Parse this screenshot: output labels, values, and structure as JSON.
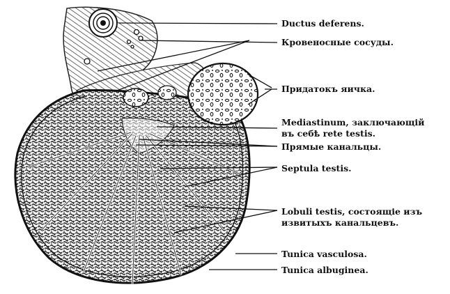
{
  "labels": {
    "ductus_deferens": "Ductus deferens.",
    "blood_vessels": "Кровеносные сосуды.",
    "epididymis": "Придатокъ яичка.",
    "mediastinum_line1": "Mediastinum, заключающій",
    "mediastinum_line2": "въ себѣ rete testis.",
    "straight_tubules": "Прямые канальцы.",
    "septula": "Septula testis.",
    "lobuli_line1": "Lobuli testis, состоящіе изъ",
    "lobuli_line2": "извитыхъ канальцевъ.",
    "tunica_vasculosa": "Tunica vasculosa.",
    "tunica_albuginea": "Tunica albuginea."
  },
  "colors": {
    "ink": "#111111",
    "paper": "#ffffff",
    "tissue_dark": "#2a2a2a",
    "tissue_light": "#f2f2f2"
  }
}
